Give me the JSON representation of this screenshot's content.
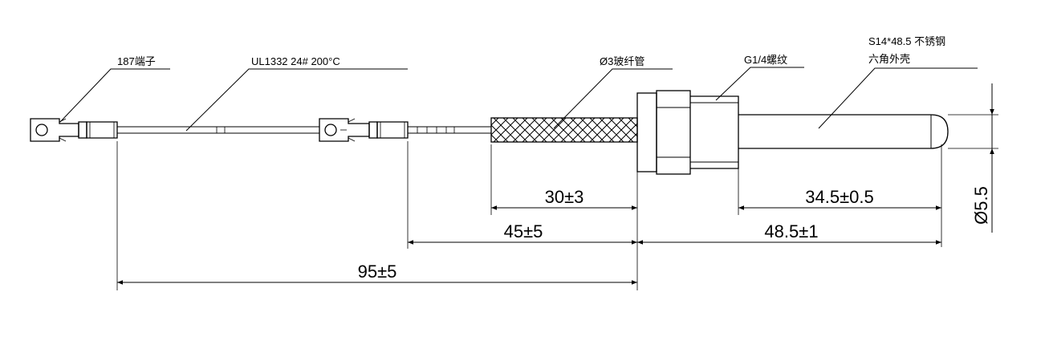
{
  "labels": {
    "terminal": "187端子",
    "wire": "UL1332 24# 200°C",
    "sleeve": "Ø3玻纤管",
    "thread": "G1/4螺纹",
    "housing_line1": "S14*48.5 不锈钢",
    "housing_line2": "六角外壳"
  },
  "dimensions": {
    "sleeve_len": "30±3",
    "probe_len": "34.5±0.5",
    "diameter": "Ø5.5",
    "lead_len": "45±5",
    "housing_len": "48.5±1",
    "total_len": "95±5"
  },
  "colors": {
    "line": "#000000",
    "hatch": "#000000",
    "background": "#ffffff"
  }
}
